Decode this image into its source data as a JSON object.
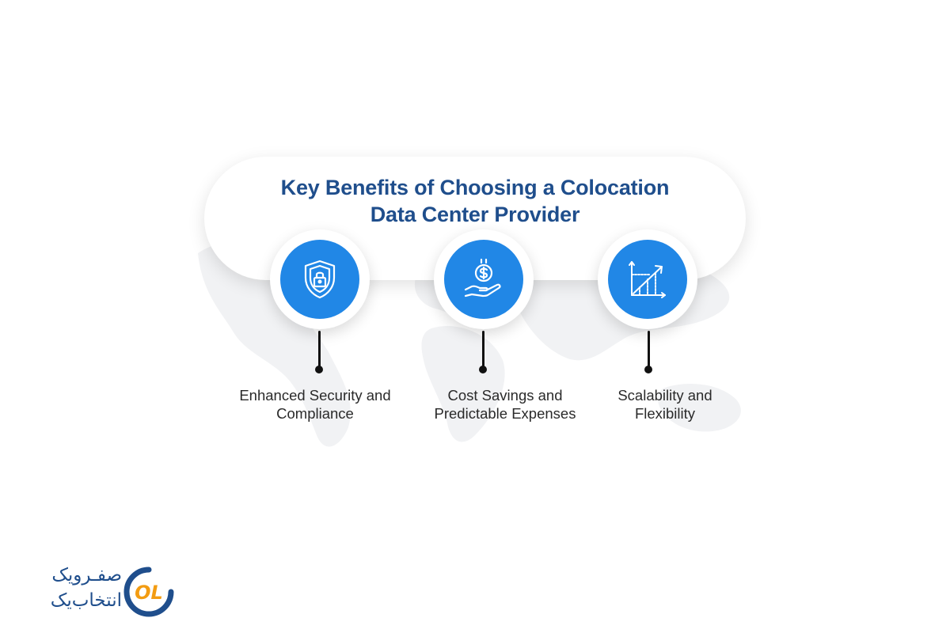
{
  "title": {
    "line1": "Key Benefits of Choosing a Colocation",
    "line2": "Data Center Provider"
  },
  "benefits": [
    {
      "icon": "shield-lock-icon",
      "line1": "Enhanced Security and",
      "line2": "Compliance"
    },
    {
      "icon": "dollar-hand-icon",
      "line1": "Cost Savings and",
      "line2": "Predictable Expenses"
    },
    {
      "icon": "growth-chart-icon",
      "line1": "Scalability and",
      "line2": "Flexibility"
    }
  ],
  "logo": {
    "line1": "صفـرویک",
    "line2": "انتخاب‌یک",
    "mark": "OL"
  },
  "colors": {
    "title": "#1f4e8c",
    "icon_fill": "#2187e6",
    "logo_orange": "#f39c12"
  }
}
